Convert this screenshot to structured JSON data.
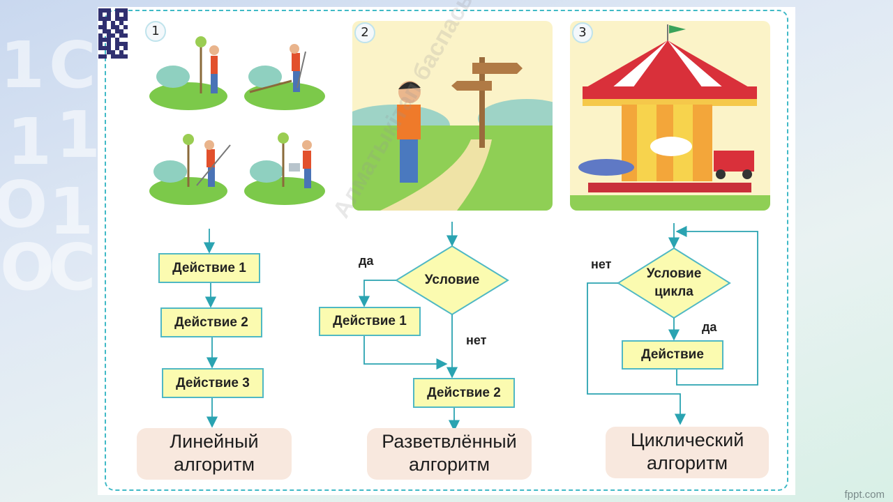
{
  "panel_numbers": [
    "1",
    "2",
    "3"
  ],
  "linear": {
    "actions": [
      "Действие 1",
      "Действие 2",
      "Действие 3"
    ],
    "result_line1": "Линейный",
    "result_line2": "алгоритм"
  },
  "branching": {
    "condition": "Условие",
    "yes_label": "да",
    "no_label": "нет",
    "action1": "Действие 1",
    "action2": "Действие 2",
    "result_line1": "Разветвлённый",
    "result_line2": "алгоритм"
  },
  "cyclic": {
    "condition_line1": "Условие",
    "condition_line2": "цикла",
    "no_label": "нет",
    "yes_label": "да",
    "action": "Действие",
    "result_line1": "Циклический",
    "result_line2": "алгоритм"
  },
  "watermark": "Алматыкітап баспасы",
  "footer": "fppt.com",
  "colors": {
    "block_fill": "#fbfbb0",
    "block_border": "#4fb8c4",
    "arrow": "#2aa3b1",
    "result_fill": "#f8e8de",
    "frame": "#3fb9c6"
  }
}
